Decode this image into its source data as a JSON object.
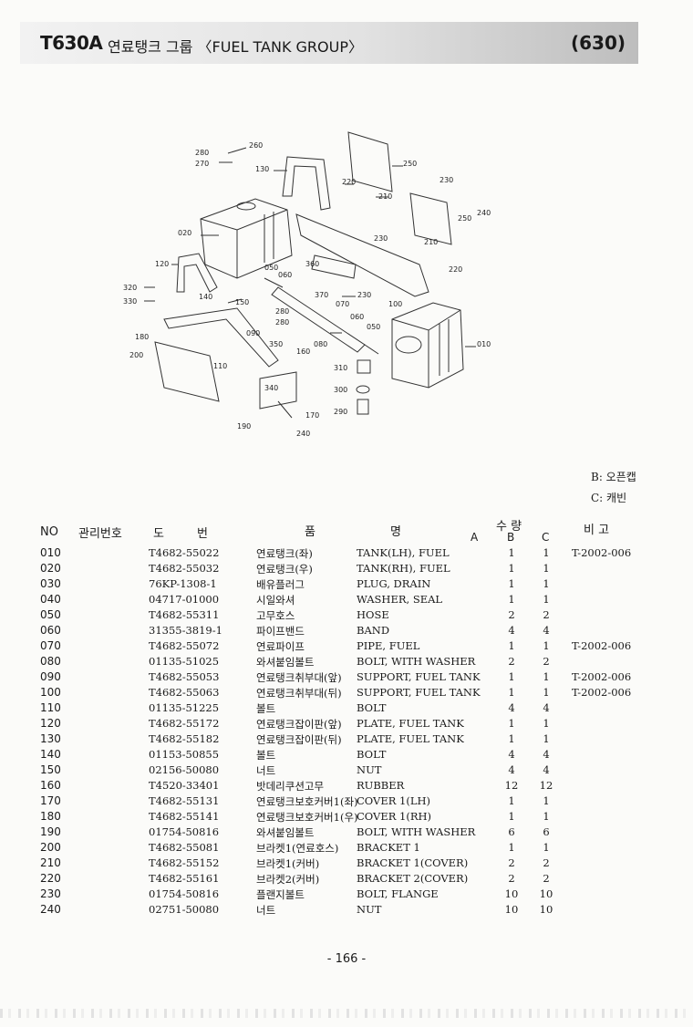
{
  "header": {
    "model": "T630A",
    "title": "연료탱크 그룹 〈FUEL TANK GROUP〉",
    "code": "(630)"
  },
  "diagram": {
    "callouts": [
      "280",
      "270",
      "260",
      "130",
      "250",
      "220",
      "210",
      "230",
      "230",
      "250",
      "240",
      "020",
      "210",
      "220",
      "120",
      "050",
      "060",
      "360",
      "320",
      "330",
      "140",
      "150",
      "370",
      "070",
      "230",
      "100",
      "280",
      "280",
      "060",
      "050",
      "180",
      "090",
      "350",
      "160",
      "080",
      "010",
      "200",
      "110",
      "310",
      "340",
      "300",
      "290",
      "170",
      "190",
      "240"
    ]
  },
  "legend": {
    "b": "B: 오픈캡",
    "c": "C: 캐빈"
  },
  "table": {
    "headers": {
      "no": "NO",
      "mgmt": "관리번호",
      "drawing_1": "도",
      "drawing_2": "번",
      "name_1": "품",
      "name_2": "명",
      "qty": "수 량",
      "a": "A",
      "b": "B",
      "c": "C",
      "remarks": "비 고"
    },
    "rows": [
      {
        "no": "010",
        "part": "T4682-55022",
        "kor": "연료탱크(좌)",
        "eng": "TANK(LH), FUEL",
        "b": "1",
        "c": "1",
        "rem": "T-2002-006"
      },
      {
        "no": "020",
        "part": "T4682-55032",
        "kor": "연료탱크(우)",
        "eng": "TANK(RH), FUEL",
        "b": "1",
        "c": "1",
        "rem": ""
      },
      {
        "no": "030",
        "part": "76KP-1308-1",
        "kor": "배유플러그",
        "eng": "PLUG, DRAIN",
        "b": "1",
        "c": "1",
        "rem": ""
      },
      {
        "no": "040",
        "part": "04717-01000",
        "kor": "시일와셔",
        "eng": "WASHER, SEAL",
        "b": "1",
        "c": "1",
        "rem": ""
      },
      {
        "no": "050",
        "part": "T4682-55311",
        "kor": "고무호스",
        "eng": "HOSE",
        "b": "2",
        "c": "2",
        "rem": ""
      },
      {
        "no": "060",
        "part": "31355-3819-1",
        "kor": "파이프밴드",
        "eng": "BAND",
        "b": "4",
        "c": "4",
        "rem": ""
      },
      {
        "no": "070",
        "part": "T4682-55072",
        "kor": "연료파이프",
        "eng": "PIPE, FUEL",
        "b": "1",
        "c": "1",
        "rem": "T-2002-006"
      },
      {
        "no": "080",
        "part": "01135-51025",
        "kor": "와셔붙임볼트",
        "eng": "BOLT, WITH WASHER",
        "b": "2",
        "c": "2",
        "rem": ""
      },
      {
        "no": "090",
        "part": "T4682-55053",
        "kor": "연료탱크취부대(앞)",
        "eng": "SUPPORT, FUEL TANK",
        "b": "1",
        "c": "1",
        "rem": "T-2002-006"
      },
      {
        "no": "100",
        "part": "T4682-55063",
        "kor": "연료탱크취부대(뒤)",
        "eng": "SUPPORT, FUEL TANK",
        "b": "1",
        "c": "1",
        "rem": "T-2002-006"
      },
      {
        "no": "110",
        "part": "01135-51225",
        "kor": "볼트",
        "eng": "BOLT",
        "b": "4",
        "c": "4",
        "rem": ""
      },
      {
        "no": "120",
        "part": "T4682-55172",
        "kor": "연료탱크잡이판(앞)",
        "eng": "PLATE, FUEL TANK",
        "b": "1",
        "c": "1",
        "rem": ""
      },
      {
        "no": "130",
        "part": "T4682-55182",
        "kor": "연료탱크잡이판(뒤)",
        "eng": "PLATE, FUEL TANK",
        "b": "1",
        "c": "1",
        "rem": ""
      },
      {
        "no": "140",
        "part": "01153-50855",
        "kor": "볼트",
        "eng": "BOLT",
        "b": "4",
        "c": "4",
        "rem": ""
      },
      {
        "no": "150",
        "part": "02156-50080",
        "kor": "너트",
        "eng": "NUT",
        "b": "4",
        "c": "4",
        "rem": ""
      },
      {
        "no": "160",
        "part": "T4520-33401",
        "kor": "밧데리쿠션고무",
        "eng": "RUBBER",
        "b": "12",
        "c": "12",
        "rem": ""
      },
      {
        "no": "170",
        "part": "T4682-55131",
        "kor": "연료탱크보호커버1(좌)",
        "eng": "COVER 1(LH)",
        "b": "1",
        "c": "1",
        "rem": ""
      },
      {
        "no": "180",
        "part": "T4682-55141",
        "kor": "연료탱크보호커버1(우)",
        "eng": "COVER 1(RH)",
        "b": "1",
        "c": "1",
        "rem": ""
      },
      {
        "no": "190",
        "part": "01754-50816",
        "kor": "와셔붙임볼트",
        "eng": "BOLT, WITH WASHER",
        "b": "6",
        "c": "6",
        "rem": ""
      },
      {
        "no": "200",
        "part": "T4682-55081",
        "kor": "브라켓1(연료호스)",
        "eng": "BRACKET 1",
        "b": "1",
        "c": "1",
        "rem": ""
      },
      {
        "no": "210",
        "part": "T4682-55152",
        "kor": "브라켓1(커버)",
        "eng": "BRACKET 1(COVER)",
        "b": "2",
        "c": "2",
        "rem": ""
      },
      {
        "no": "220",
        "part": "T4682-55161",
        "kor": "브라켓2(커버)",
        "eng": "BRACKET 2(COVER)",
        "b": "2",
        "c": "2",
        "rem": ""
      },
      {
        "no": "230",
        "part": "01754-50816",
        "kor": "플랜지볼트",
        "eng": "BOLT, FLANGE",
        "b": "10",
        "c": "10",
        "rem": ""
      },
      {
        "no": "240",
        "part": "02751-50080",
        "kor": "너트",
        "eng": "NUT",
        "b": "10",
        "c": "10",
        "rem": ""
      }
    ]
  },
  "page_number": "- 166 -"
}
